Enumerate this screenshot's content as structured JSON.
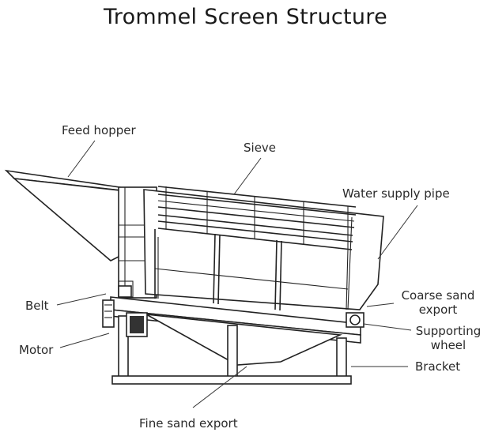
{
  "title": "Trommel Screen Structure",
  "labels": {
    "feed_hopper": "Feed hopper",
    "sieve": "Sieve",
    "water_supply_pipe": "Water supply pipe",
    "coarse_sand_export_1": "Coarse sand",
    "coarse_sand_export_2": "export",
    "belt": "Belt",
    "supporting_wheel_1": "Supporting",
    "supporting_wheel_2": "wheel",
    "motor": "Motor",
    "bracket": "Bracket",
    "fine_sand_export": "Fine sand export"
  }
}
